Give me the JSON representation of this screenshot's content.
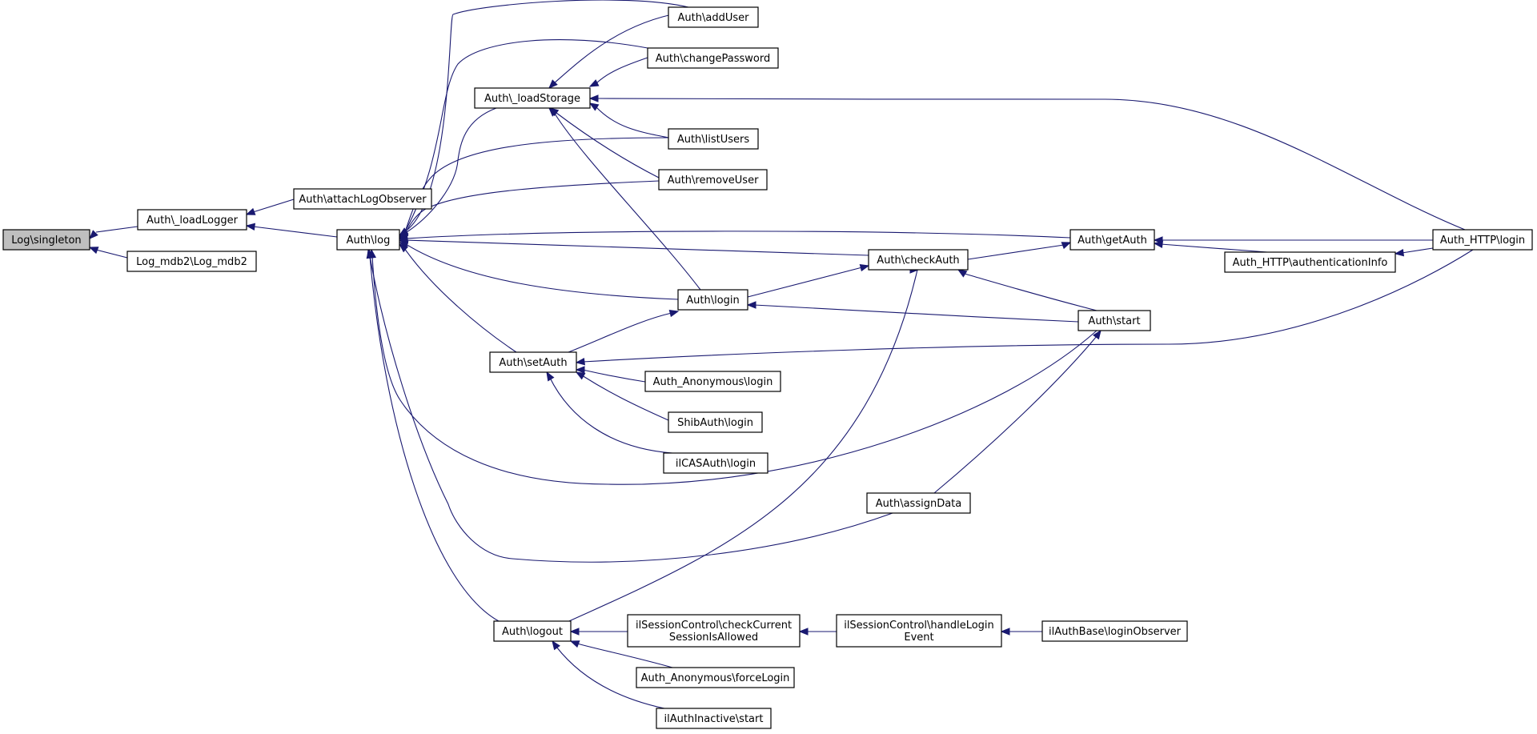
{
  "nodes": {
    "n0": {
      "lines": [
        "Log\\singleton"
      ]
    },
    "n1": {
      "lines": [
        "Auth\\_loadLogger"
      ]
    },
    "n2": {
      "lines": [
        "Log_mdb2\\Log_mdb2"
      ]
    },
    "n3": {
      "lines": [
        "Auth\\attachLogObserver"
      ]
    },
    "n4": {
      "lines": [
        "Auth\\log"
      ]
    },
    "n5": {
      "lines": [
        "Auth\\addUser"
      ]
    },
    "n6": {
      "lines": [
        "Auth\\changePassword"
      ]
    },
    "n7": {
      "lines": [
        "Auth\\_loadStorage"
      ]
    },
    "n8": {
      "lines": [
        "Auth\\listUsers"
      ]
    },
    "n9": {
      "lines": [
        "Auth\\removeUser"
      ]
    },
    "n10": {
      "lines": [
        "Auth\\getAuth"
      ]
    },
    "n11": {
      "lines": [
        "Auth\\checkAuth"
      ]
    },
    "n12": {
      "lines": [
        "Auth_HTTP\\login"
      ]
    },
    "n13": {
      "lines": [
        "Auth_HTTP\\authenticationInfo"
      ]
    },
    "n14": {
      "lines": [
        "Auth\\login"
      ]
    },
    "n15": {
      "lines": [
        "Auth\\start"
      ]
    },
    "n16": {
      "lines": [
        "Auth\\setAuth"
      ]
    },
    "n17": {
      "lines": [
        "Auth_Anonymous\\login"
      ]
    },
    "n18": {
      "lines": [
        "ShibAuth\\login"
      ]
    },
    "n19": {
      "lines": [
        "ilCASAuth\\login"
      ]
    },
    "n20": {
      "lines": [
        "Auth\\assignData"
      ]
    },
    "n21": {
      "lines": [
        "Auth\\logout"
      ]
    },
    "n22": {
      "lines": [
        "ilSessionControl\\checkCurrent",
        "SessionIsAllowed"
      ]
    },
    "n23": {
      "lines": [
        "ilSessionControl\\handleLogin",
        "Event"
      ]
    },
    "n24": {
      "lines": [
        "ilAuthBase\\loginObserver"
      ]
    },
    "n25": {
      "lines": [
        "Auth_Anonymous\\forceLogin"
      ]
    },
    "n26": {
      "lines": [
        "ilAuthInactive\\start"
      ]
    }
  },
  "edges": [
    {
      "from": "n1",
      "to": "n0"
    },
    {
      "from": "n2",
      "to": "n0"
    },
    {
      "from": "n3",
      "to": "n1"
    },
    {
      "from": "n4",
      "to": "n1"
    },
    {
      "from": "n5",
      "to": "n4"
    },
    {
      "from": "n6",
      "to": "n4"
    },
    {
      "from": "n7",
      "to": "n4"
    },
    {
      "from": "n8",
      "to": "n4"
    },
    {
      "from": "n9",
      "to": "n4"
    },
    {
      "from": "n10",
      "to": "n4"
    },
    {
      "from": "n11",
      "to": "n4"
    },
    {
      "from": "n14",
      "to": "n4"
    },
    {
      "from": "n16",
      "to": "n4"
    },
    {
      "from": "n15",
      "to": "n4"
    },
    {
      "from": "n20",
      "to": "n4"
    },
    {
      "from": "n21",
      "to": "n4"
    },
    {
      "from": "n5",
      "to": "n7"
    },
    {
      "from": "n6",
      "to": "n7"
    },
    {
      "from": "n8",
      "to": "n7"
    },
    {
      "from": "n9",
      "to": "n7"
    },
    {
      "from": "n14",
      "to": "n7"
    },
    {
      "from": "n12",
      "to": "n7"
    },
    {
      "from": "n11",
      "to": "n10"
    },
    {
      "from": "n12",
      "to": "n10"
    },
    {
      "from": "n13",
      "to": "n10"
    },
    {
      "from": "n12",
      "to": "n13"
    },
    {
      "from": "n14",
      "to": "n11"
    },
    {
      "from": "n15",
      "to": "n11"
    },
    {
      "from": "n21",
      "to": "n11"
    },
    {
      "from": "n15",
      "to": "n14"
    },
    {
      "from": "n16",
      "to": "n14"
    },
    {
      "from": "n20",
      "to": "n15"
    },
    {
      "from": "n12",
      "to": "n16"
    },
    {
      "from": "n17",
      "to": "n16"
    },
    {
      "from": "n18",
      "to": "n16"
    },
    {
      "from": "n19",
      "to": "n16"
    },
    {
      "from": "n22",
      "to": "n21"
    },
    {
      "from": "n25",
      "to": "n21"
    },
    {
      "from": "n26",
      "to": "n21"
    },
    {
      "from": "n23",
      "to": "n22"
    },
    {
      "from": "n24",
      "to": "n23"
    }
  ]
}
